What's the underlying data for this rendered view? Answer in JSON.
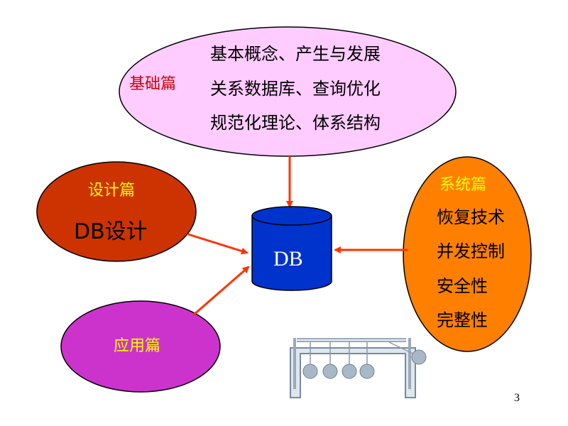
{
  "basics": {
    "title": "基础篇",
    "items": [
      "基本概念、产生与发展",
      "关系数据库、查询优化",
      "规范化理论、体系结构"
    ]
  },
  "design": {
    "title": "设计篇",
    "body": "DB设计"
  },
  "application": {
    "title": "应用篇"
  },
  "system": {
    "title": "系统篇",
    "items": [
      "恢复技术",
      "并发控制",
      "安全性",
      "完整性"
    ]
  },
  "database": {
    "label": "DB"
  },
  "slide_number": "3",
  "colors": {
    "basics_fill": "#ffccff",
    "basics_title": "#cc0000",
    "design_fill": "#cc3300",
    "design_title": "#ffff00",
    "application_fill": "#cc33cc",
    "system_fill": "#ff8000",
    "database_fill": "#0033cc",
    "arrow": "#ff3300"
  }
}
